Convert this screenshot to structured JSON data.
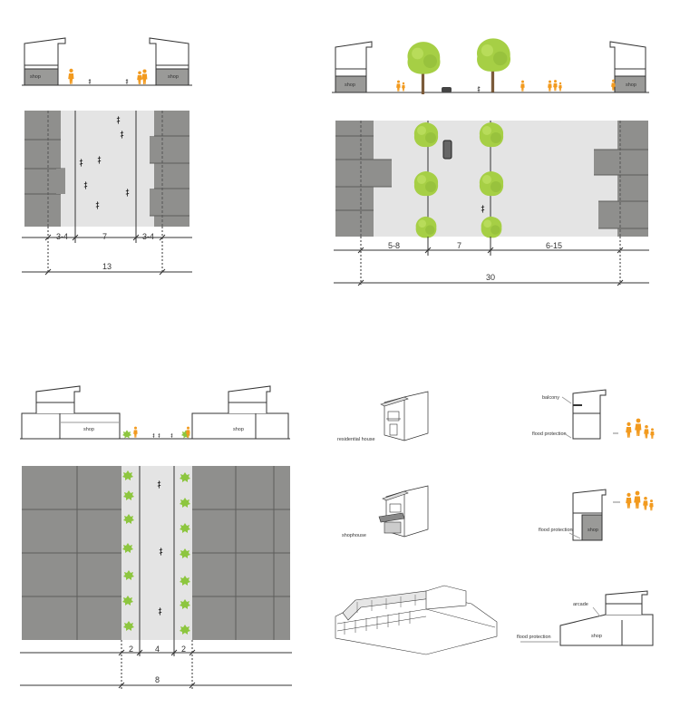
{
  "colors": {
    "building_fill": "#8f8f8d",
    "building_stroke": "#5e5e5c",
    "street_fill": "#e4e4e4",
    "person_orange": "#f29a1e",
    "tree_green": "#a6cf45",
    "tree_trunk": "#7b5b3a",
    "line": "#333333"
  },
  "street_a": {
    "shop_left": "shop",
    "shop_right": "shop",
    "dims": [
      "3-4",
      "7",
      "3-4"
    ],
    "total": "13"
  },
  "street_b": {
    "shop_left": "shop",
    "shop_right": "shop",
    "dims": [
      "5-8",
      "7",
      "6-15"
    ],
    "total": "30"
  },
  "street_c": {
    "shop_left": "shop",
    "shop_right": "shop",
    "dims": [
      "2",
      "4",
      "2"
    ],
    "total": "8"
  },
  "typologies": {
    "residential_house": "residential house",
    "shophouse": "shophouse",
    "balcony": "balcony",
    "flood_protection_1": "flood protection",
    "flood_protection_2": "flood protection",
    "flood_protection_3": "flood protection",
    "shop_section": "shop",
    "shop_arcade": "shop",
    "arcade": "arcade"
  }
}
